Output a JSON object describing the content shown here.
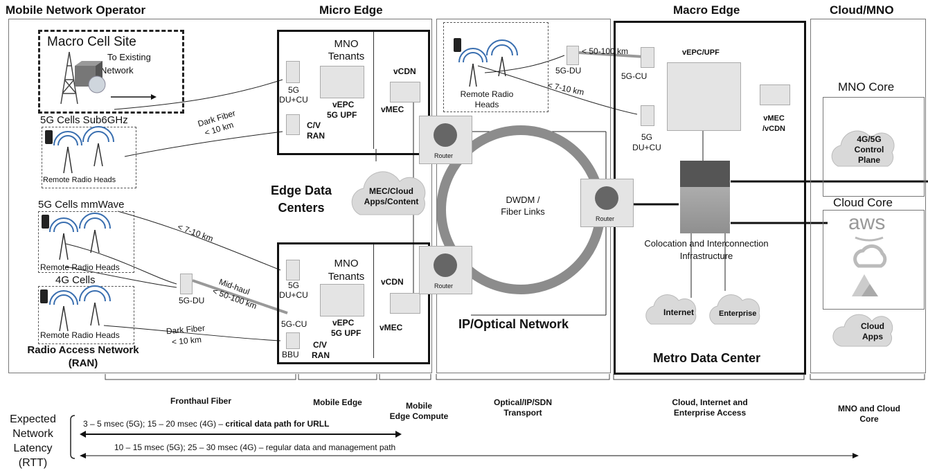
{
  "headers": {
    "mno": "Mobile Network Operator",
    "micro_edge": "Micro Edge",
    "macro_edge": "Macro Edge",
    "cloud_mno": "Cloud/MNO"
  },
  "macro_cell": {
    "title": "Macro Cell Site",
    "to_existing": "To Existing",
    "network": "Network"
  },
  "cells": {
    "sub6": "5G Cells Sub6GHz",
    "mmwave": "5G Cells mmWave",
    "g4": "4G Cells",
    "rrh": "Remote Radio Heads",
    "rrh_line1": "Remote Radio",
    "rrh_line2": "Heads"
  },
  "ran": {
    "line1": "Radio Access Network",
    "line2": "(RAN)"
  },
  "links": {
    "dark_fiber": "Dark Fiber",
    "lt10": "< 10 km",
    "km7_10": "< 7-10 km",
    "midhaul": "Mid-haul",
    "km50_100": "< 50-100 km"
  },
  "nodes": {
    "g5": "5G",
    "du_cu": "DU+CU",
    "du": "5G-DU",
    "cu": "5G-CU",
    "bbu": "BBU",
    "cv": "C/V",
    "ran": "RAN",
    "mno_line1": "MNO",
    "tenants": "Tenants",
    "vepc": "vEPC",
    "upf": "5G UPF",
    "vcdn": "vCDN",
    "vmec": "vMEC",
    "vepc_upf": "vEPC/UPF",
    "vmec_vcdn1": "vMEC",
    "vmec_vcdn2": "/vCDN",
    "router": "Router"
  },
  "edge_dc": {
    "line1": "Edge Data",
    "line2": "Centers"
  },
  "mec_cloud": {
    "line1": "MEC/Cloud",
    "line2": "Apps/Content"
  },
  "dwdm": {
    "line1": "DWDM /",
    "line2": "Fiber Links"
  },
  "ip_optical": "IP/Optical Network",
  "colo": {
    "line1": "Colocation and Interconnection",
    "line2": "Infrastructure"
  },
  "internet": "Internet",
  "enterprise": "Enterprise",
  "metro": "Metro Data Center",
  "mno_core": {
    "title": "MNO Core",
    "line1": "4G/5G",
    "line2": "Control",
    "line3": "Plane"
  },
  "cloud_core": {
    "title": "Cloud Core",
    "aws": "aws",
    "apps1": "Cloud",
    "apps2": "Apps"
  },
  "segments": {
    "fronthaul": "Fronthaul Fiber",
    "mobile_edge": "Mobile Edge",
    "mec1": "Mobile",
    "mec2": "Edge Compute",
    "opt1": "Optical/IP/SDN",
    "opt2": "Transport",
    "cloud1": "Cloud, Internet and",
    "cloud2": "Enterprise Access",
    "core1": "MNO and Cloud",
    "core2": "Core"
  },
  "latency": {
    "l1": "Expected",
    "l2": "Network",
    "l3": "Latency",
    "l4": "(RTT)",
    "critical_prefix": "3 – 5 msec (5G); 15 – 20 msec (4G) – ",
    "critical_bold": "critical data path for URLL",
    "regular": "10 – 15 msec (5G); 25 – 30 msec (4G) – regular data and management path"
  }
}
